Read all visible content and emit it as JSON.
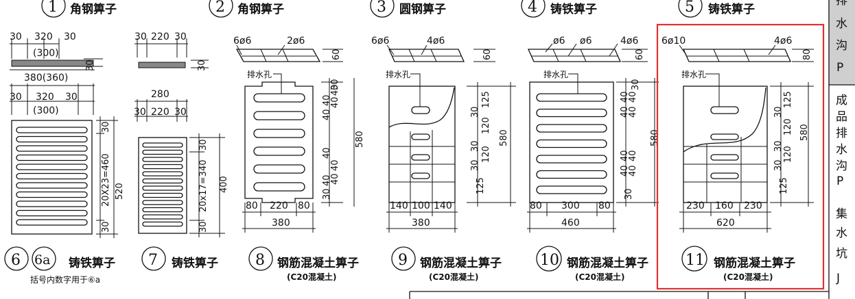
{
  "top_titles": [
    {
      "num": "1",
      "label": "角钢箅子"
    },
    {
      "num": "2",
      "label": "角钢箅子"
    },
    {
      "num": "3",
      "label": "圆钢箅子"
    },
    {
      "num": "4",
      "label": "铸铁箅子"
    },
    {
      "num": "5",
      "label": "铸铁箅子"
    }
  ],
  "side_panel": {
    "top_chars": [
      "排",
      "水",
      "沟",
      "P"
    ],
    "bottom_chars": [
      "成",
      "品",
      "排",
      "水",
      "沟",
      "P",
      "集",
      "水",
      "坑",
      "J"
    ]
  },
  "item6": {
    "top_dims": [
      "30",
      "320",
      "30"
    ],
    "paren_top": "(300)",
    "bar_h": "30",
    "width_dim": "380(360)",
    "mid_dims": [
      "30",
      "320",
      "30"
    ],
    "paren_mid": "(300)",
    "v_inner": "20X23=460",
    "v_total": "520",
    "v_top": "30",
    "v_bot": "30",
    "num": "6",
    "num2": "6a",
    "label": "铸铁箅子",
    "note": "括号内数字用于⑥a"
  },
  "item7": {
    "top_dims": [
      "30",
      "220",
      "30"
    ],
    "bar_h": "30",
    "width_total": "280",
    "mid_dims": [
      "30",
      "220",
      "30"
    ],
    "v_inner": "20x17=340",
    "v_total": "400",
    "v_top": "30",
    "v_bot": "30",
    "num": "7",
    "label": "铸铁箅子"
  },
  "item8": {
    "rebar_left": "6ø6",
    "rebar_right": "2ø6",
    "section_h": "60",
    "hole_label": "排水孔",
    "v_dims_top": [
      "40",
      "40",
      "40",
      "40",
      "30"
    ],
    "v_dims_bot": [
      "40",
      "40",
      "40",
      "40",
      "30"
    ],
    "v_total": "580",
    "bottom_dims": [
      "80",
      "220",
      "80"
    ],
    "bottom_total": "380",
    "num": "8",
    "label": "钢筋混凝土箅子",
    "sub": "(C20混凝土)"
  },
  "item9": {
    "rebar_left": "6ø6",
    "rebar_right": "4ø6",
    "section_h": "60",
    "hole_label": "排水孔",
    "v_dims": [
      "125",
      "30",
      "120",
      "30",
      "120",
      "30",
      "125"
    ],
    "v_total": "580",
    "bottom_dims": [
      "140",
      "100",
      "140"
    ],
    "bottom_total": "380",
    "num": "9",
    "label": "钢筋混凝土箅子",
    "sub": "(C20混凝土)"
  },
  "item10": {
    "rebar_a": "ø6",
    "rebar_b": "ø6",
    "rebar_right": "4ø6",
    "section_h": "60",
    "hole_label": "排水孔",
    "v_dims_top": [
      "30",
      "40",
      "40",
      "40",
      "40"
    ],
    "v_dims_bot": [
      "40",
      "40",
      "40",
      "40",
      "30"
    ],
    "v_total": "580",
    "bottom_dims": [
      "80",
      "300",
      "80"
    ],
    "bottom_total": "460",
    "num": "10",
    "label": "钢筋混凝土箅子",
    "sub": "(C20混凝土)"
  },
  "item11": {
    "rebar_left": "6ø10",
    "rebar_right": "4ø6",
    "section_h": "80",
    "hole_label": "排水孔",
    "v_dims": [
      "125",
      "30",
      "120",
      "30",
      "120",
      "30",
      "125"
    ],
    "v_total": "580",
    "bottom_dims": [
      "230",
      "160",
      "230"
    ],
    "bottom_total": "620",
    "num": "11",
    "label": "钢筋混凝土箅子",
    "sub": "(C20混凝土)"
  },
  "highlight_color": "#e03030"
}
